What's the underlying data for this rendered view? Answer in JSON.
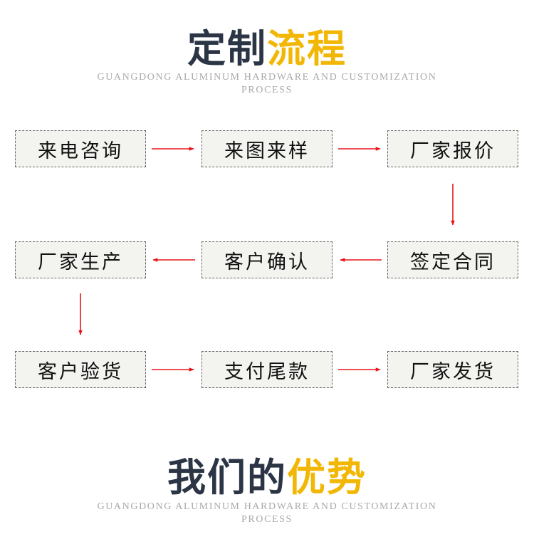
{
  "process_section": {
    "title_dark": "定制",
    "title_gold": "流程",
    "subtitle_line1": "GUANGDONG ALUMINUM HARDWARE AND CUSTOMIZATION",
    "subtitle_line2": "PROCESS"
  },
  "steps": [
    "来电咨询",
    "来图来样",
    "厂家报价",
    "签定合同",
    "客户确认",
    "厂家生产",
    "客户验货",
    "支付尾款",
    "厂家发货"
  ],
  "advantage_section": {
    "title_dark": "我们的",
    "title_gold": "优势",
    "subtitle_line1": "GUANGDONG ALUMINUM HARDWARE AND CUSTOMIZATION",
    "subtitle_line2": "PROCESS"
  },
  "colors": {
    "title_dark": "#2b3545",
    "title_gold": "#f2b705",
    "arrow": "#e8141c",
    "box_bg": "#f3f3ef"
  }
}
